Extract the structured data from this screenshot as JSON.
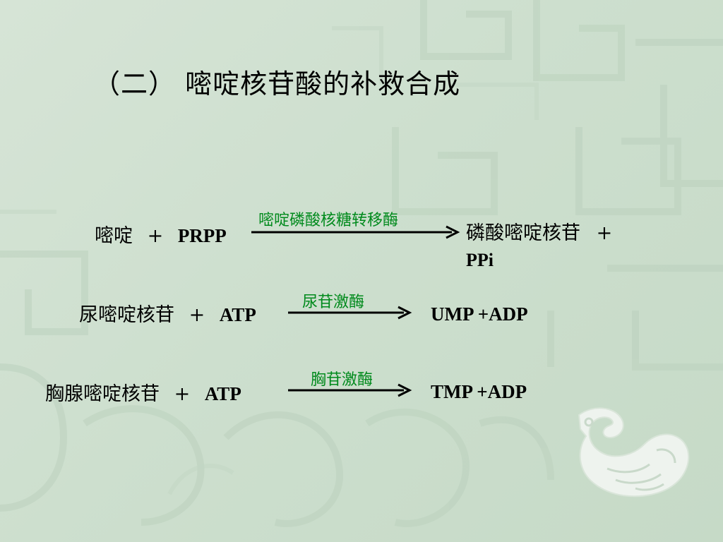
{
  "slide": {
    "title": "（二） 嘧啶核苷酸的补救合成",
    "reactions": [
      {
        "substrate": "嘧啶",
        "plus": "+",
        "cosubstrate": "PRPP",
        "enzyme": "嘧啶磷酸核糖转移酶",
        "product_line1": "磷酸嘧啶核苷",
        "product_plus": "+",
        "product_line2": "PPi"
      },
      {
        "substrate": "尿嘧啶核苷",
        "plus": "+",
        "cosubstrate": "ATP",
        "enzyme": "尿苷激酶",
        "product": "UMP +ADP"
      },
      {
        "substrate": "胸腺嘧啶核苷",
        "plus": "+",
        "cosubstrate": "ATP",
        "enzyme": "胸苷激酶",
        "product": "TMP +ADP"
      }
    ]
  },
  "colors": {
    "background": "#cfdfd0",
    "enzyme_text": "#008a1c",
    "text": "#000000",
    "pattern": "#b9cfbb"
  },
  "icons": {
    "decoration": "jade-dragon-ornament"
  }
}
